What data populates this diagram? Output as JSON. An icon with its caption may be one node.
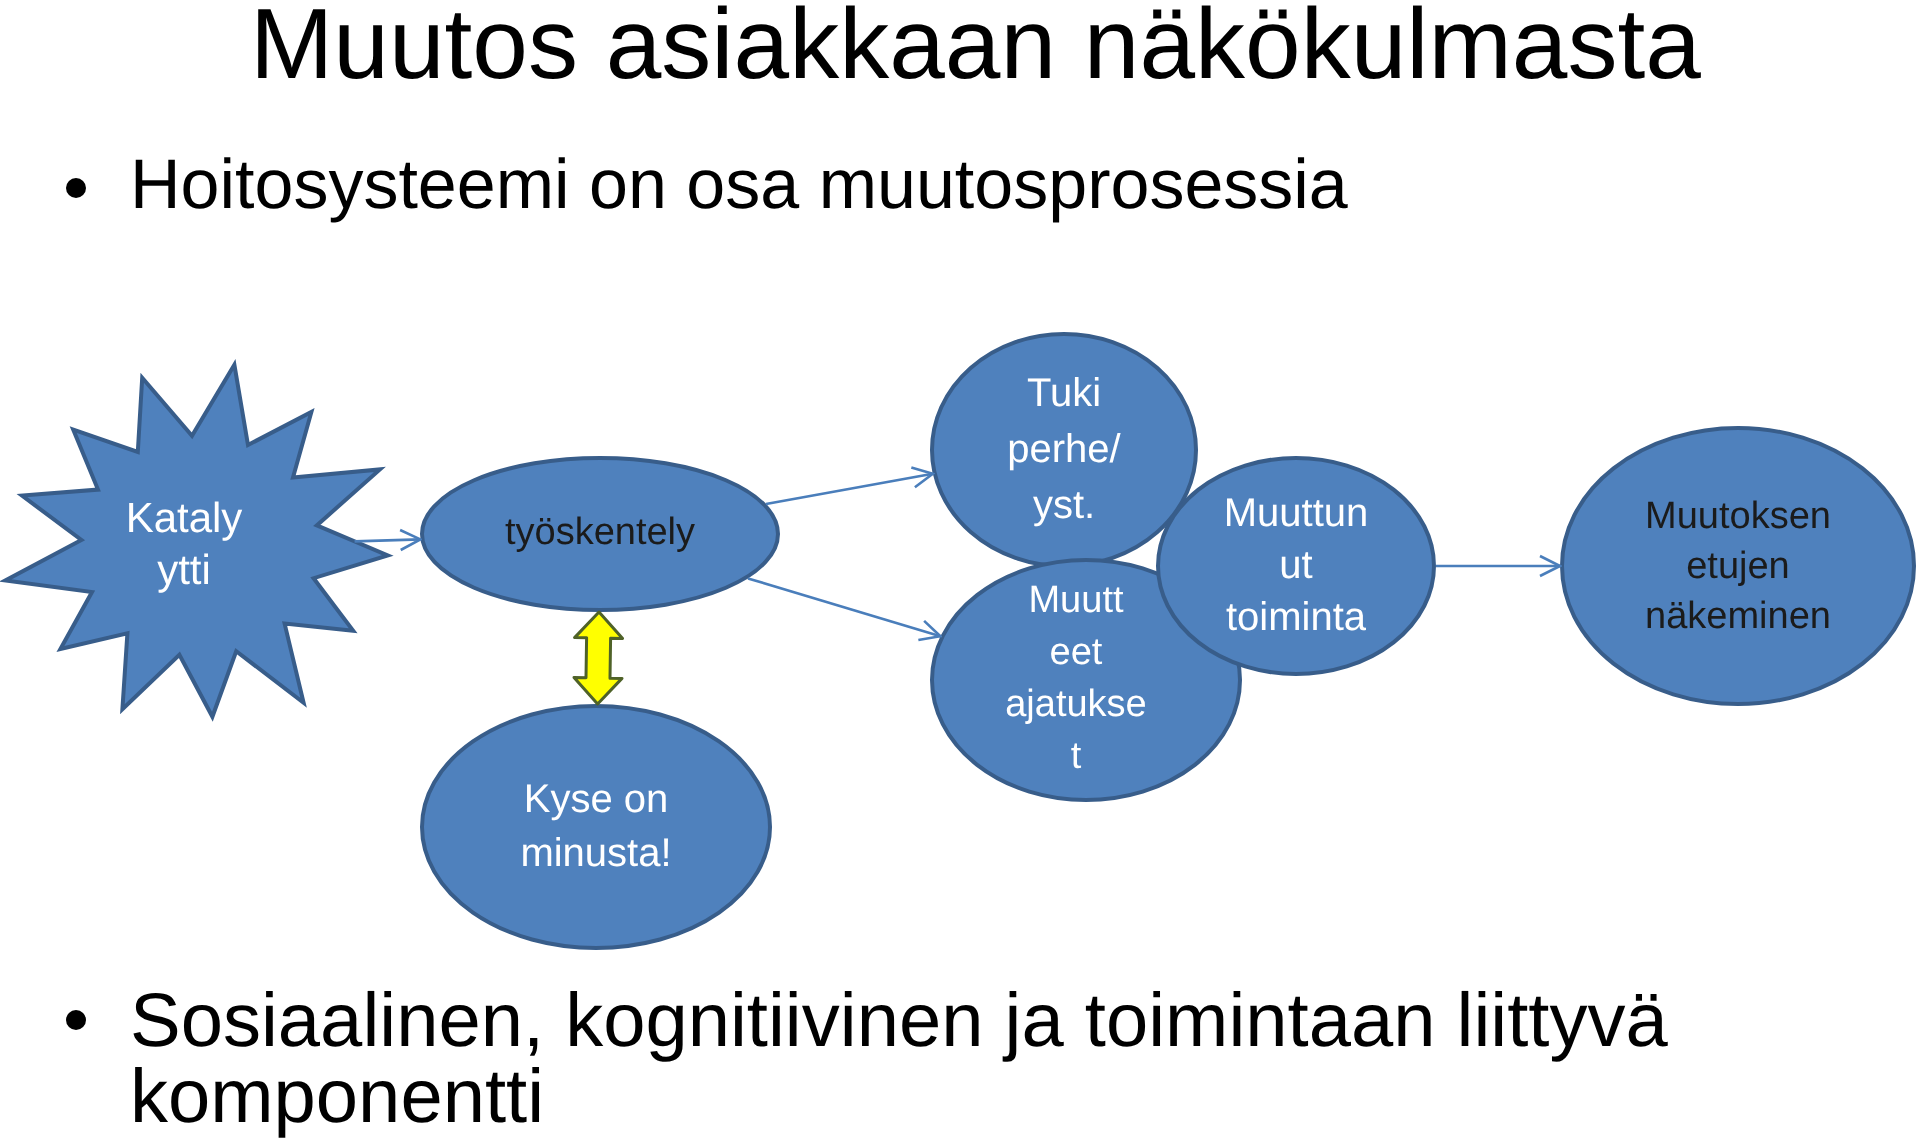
{
  "diagram": {
    "title": "Muutos asiakkaan näkökulmasta",
    "nodes": [
      {
        "text": [
          "Kataly ytti"
        ]
      },
      {
        "text": [
          "työskentely"
        ]
      },
      {
        "text": [
          "Kyse on minusta!"
        ]
      },
      {
        "text": [
          "Tuki perhe/ yst."
        ]
      },
      {
        "text": [
          "Muutt eet ajatukse t"
        ]
      },
      {
        "text": [
          "Muuttun ut toiminta"
        ]
      },
      {
        "text": [
          "Muutoksen etujen näkeminen"
        ]
      }
    ],
    "edges": [
      {
        "from": 0,
        "to": 1,
        "arrow": "to"
      },
      {
        "from": 1,
        "to": 2,
        "arrow": "both",
        "style": "thick",
        "color": "#ffff00"
      },
      {
        "from": 1,
        "to": 3,
        "arrow": "to"
      },
      {
        "from": 1,
        "to": 4,
        "arrow": "to"
      },
      {
        "from": 5,
        "to": 6,
        "arrow": "to"
      }
    ],
    "labels": [
      "Hoitosysteemi on osa muutosprosessia",
      "Sosiaalinen, kognitiivinen ja toimintaan liittyvä komponentti"
    ]
  }
}
